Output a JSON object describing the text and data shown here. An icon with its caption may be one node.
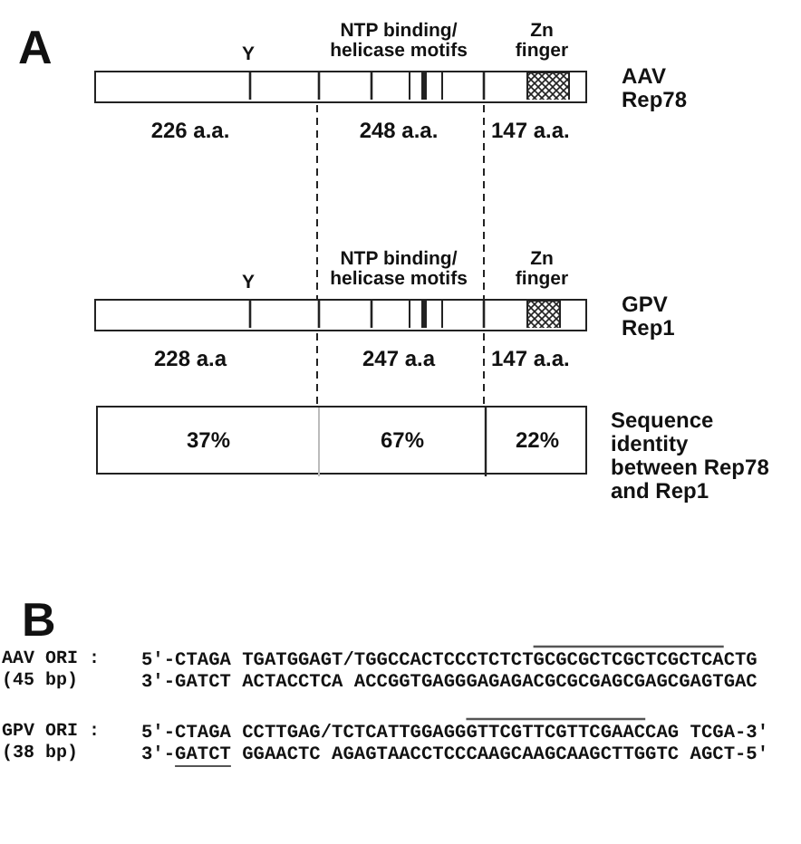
{
  "diagram": {
    "nodes": [
      {
        "text": [],
        "shape": "bar",
        "beside": [
          "Y",
          "NTP binding/ helicase motifs",
          "Zn finger",
          "AAV Rep78",
          "226 a.a.",
          "248 a.a.",
          "147 a.a."
        ]
      },
      {
        "text": [],
        "shape": "bar",
        "beside": [
          "Y",
          "NTP binding/ helicase motifs",
          "Zn finger",
          "GPV Rep1",
          "228 a.a",
          "247 a.a",
          "147 a.a."
        ]
      },
      {
        "text": [
          "37%",
          "67%",
          "22%"
        ],
        "beside": [
          "Sequence identity between Rep78 and Rep1"
        ]
      }
    ],
    "labels": [
      "A",
      "B",
      "AAV ORI :",
      "(45 bp)",
      "5'-CTAGA TGATGGAGT/TGGCCACTCCCTCTCTGCGCGCTCGCTCGCTCACTG",
      "3'-GATCT ACTACCTCA ACCGGTGAGGGAGAGACGCGCGAGCGAGCGAGTGAC",
      "GPV ORI :",
      "(38 bp)",
      "5'-CTAGA CCTTGAG/TCTCATTGGAGGGTTCGTTCGTTCGAACCAG TCGA-3'",
      "3'-GATCT GGAACTC AGAGTAACCTCCCAAGCAAGCAAGCTTGGTC AGCT-5'"
    ]
  }
}
